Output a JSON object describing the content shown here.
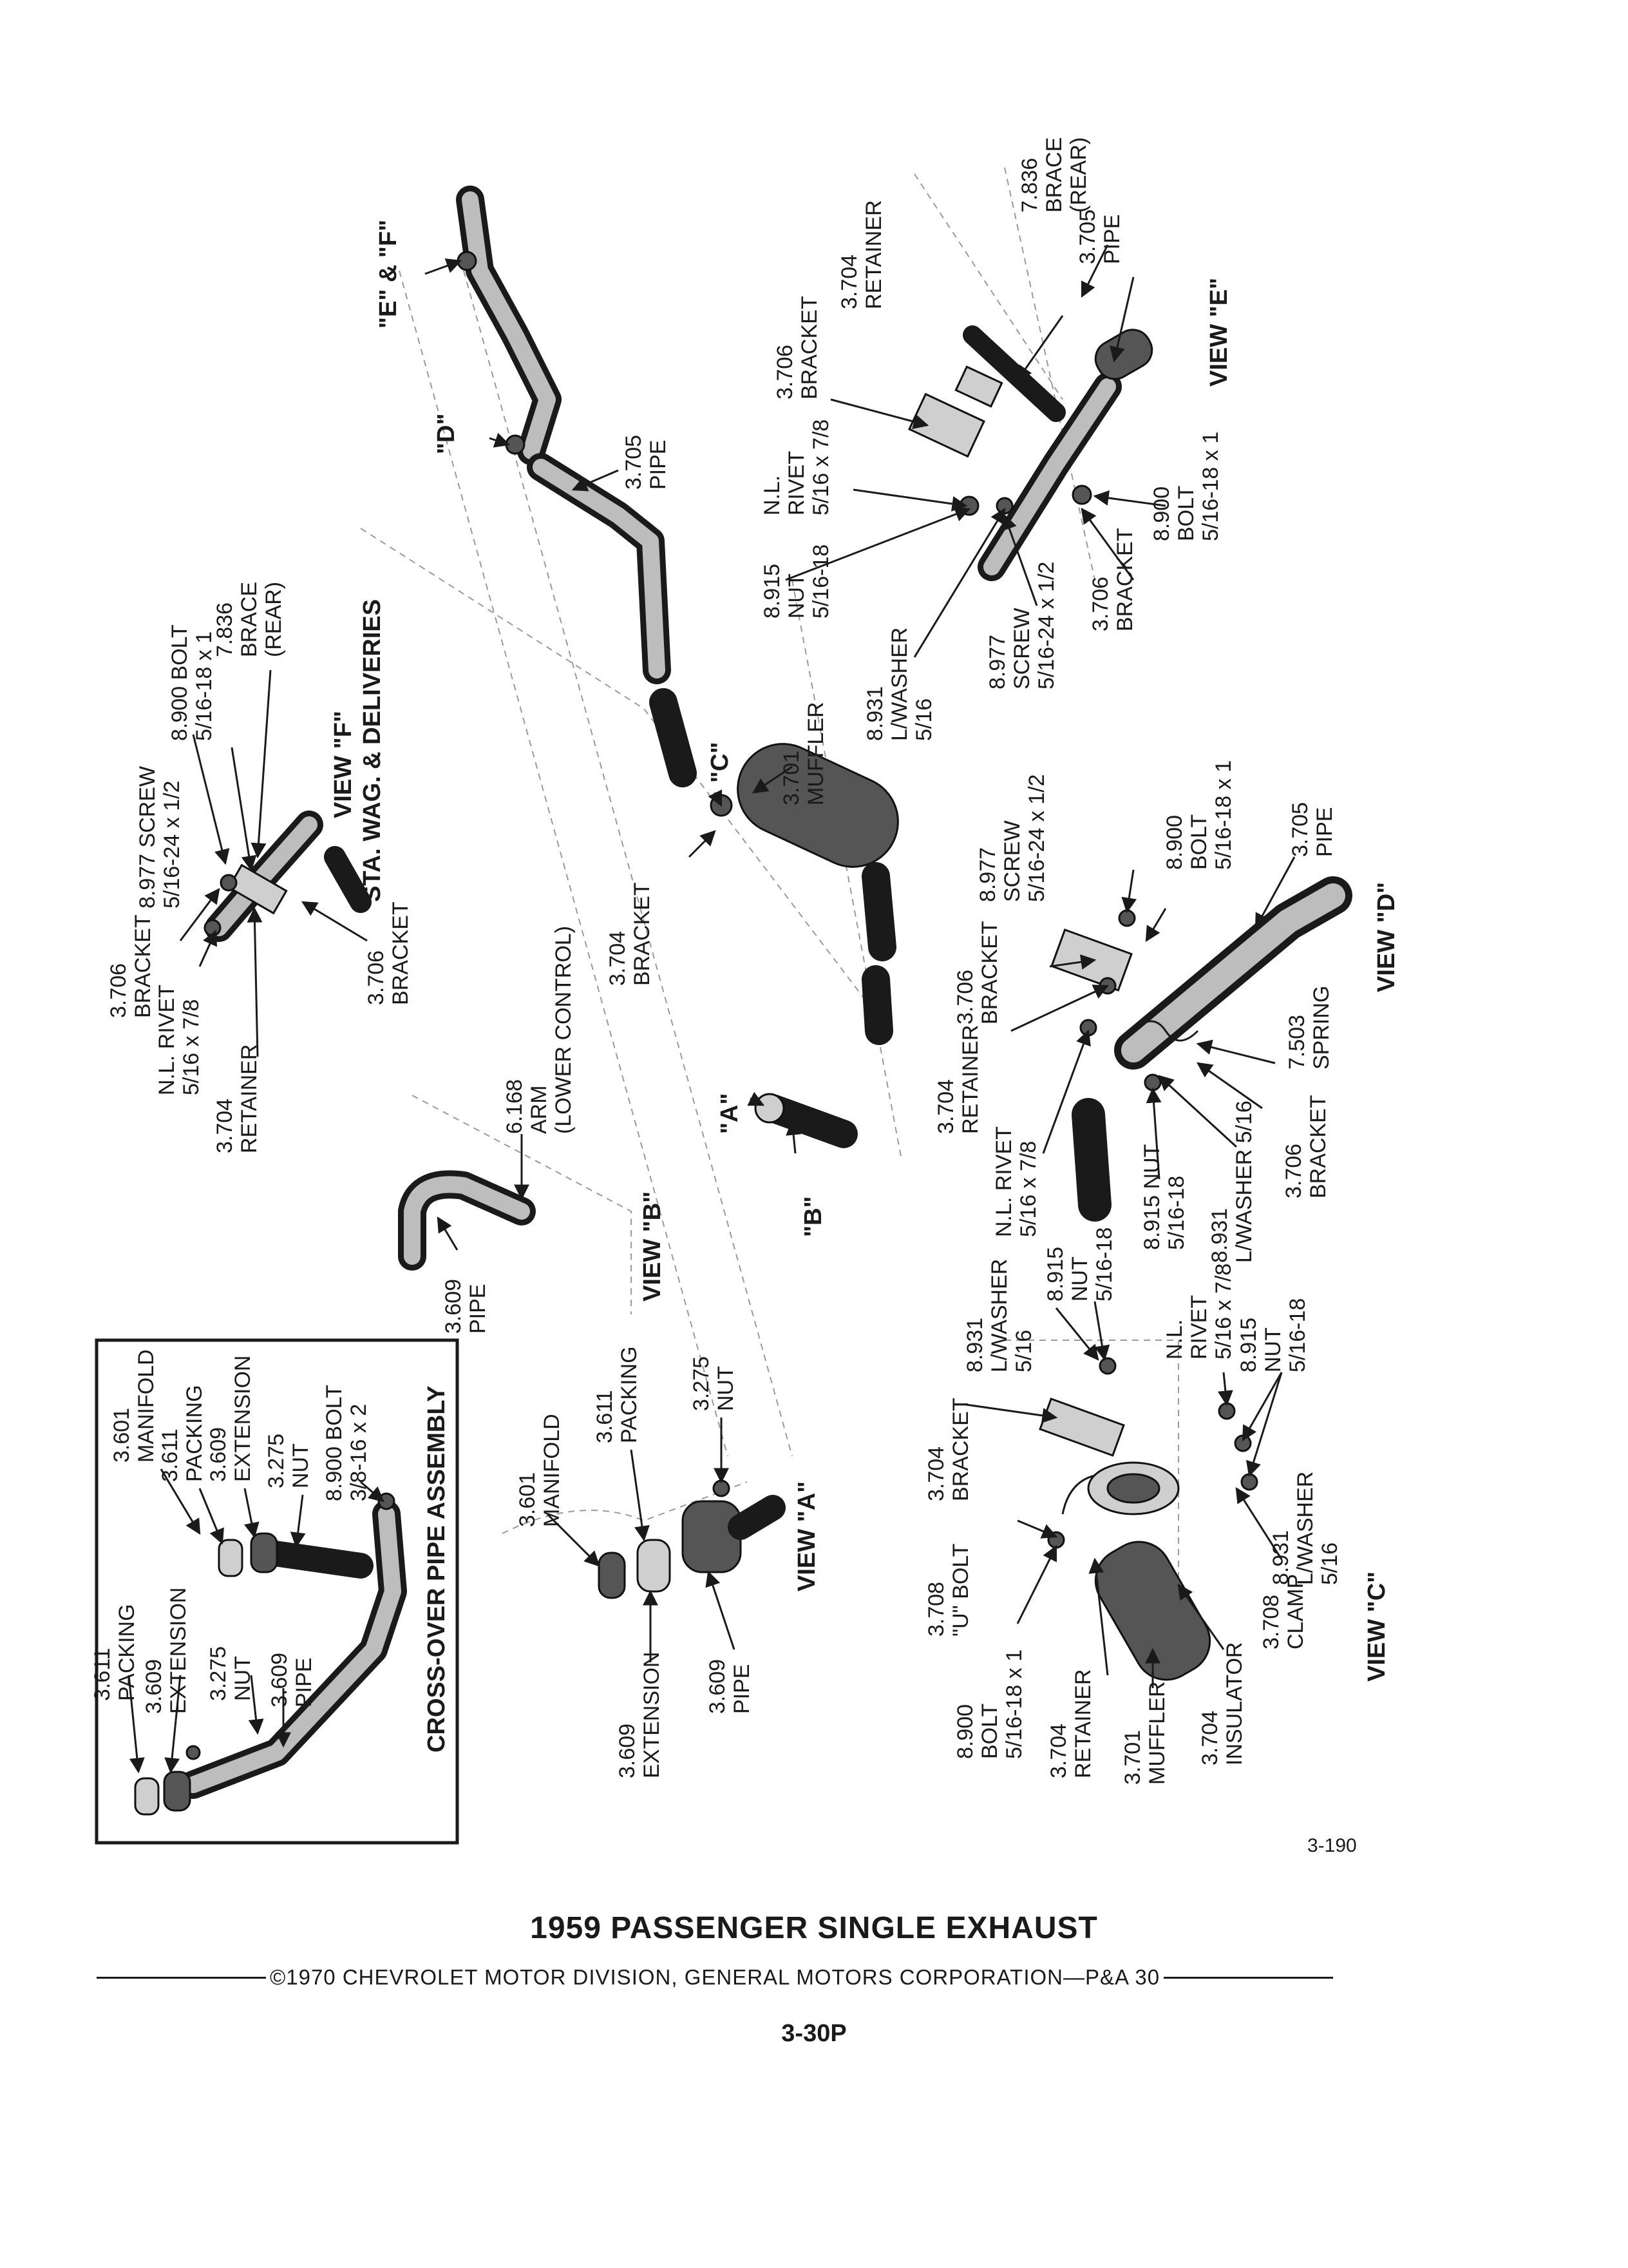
{
  "title": "1959 PASSENGER SINGLE EXHAUST",
  "copyright": "©1970 CHEVROLET MOTOR DIVISION, GENERAL MOTORS CORPORATION—P&A 30",
  "page_number": "3-30P",
  "figure_number": "3-190",
  "views": {
    "e_and_f": "\"E\" & \"F\"",
    "d": "\"D\"",
    "c": "\"C\"",
    "a": "\"A\"",
    "b": "\"B\"",
    "view_e": "VIEW \"E\"",
    "view_f": "VIEW \"F\"",
    "view_f_sub": "STA. WAG. & DELIVERIES",
    "view_d": "VIEW \"D\"",
    "view_b": "VIEW \"B\"",
    "view_a": "VIEW \"A\"",
    "view_c": "VIEW \"C\"",
    "cross_over": "CROSS-OVER PIPE ASSEMBLY"
  },
  "callouts": {
    "main_pipe": [
      "3.705",
      "PIPE"
    ],
    "main_muffler": [
      "3.701",
      "MUFFLER"
    ],
    "main_bracket": [
      "3.704",
      "BRACKET"
    ],
    "main_arm": [
      "6.168",
      "ARM",
      "(LOWER CONTROL)"
    ],
    "b_pipe": [
      "3.609",
      "PIPE"
    ],
    "e_brace": [
      "7.836",
      "BRACE",
      "(REAR)"
    ],
    "e_retainer": [
      "3.704",
      "RETAINER"
    ],
    "e_pipe": [
      "3.705",
      "PIPE"
    ],
    "e_bracket_top": [
      "3.706",
      "BRACKET"
    ],
    "e_rivet": [
      "N.L.",
      "RIVET",
      "5/16 x 7/8"
    ],
    "e_bolt": [
      "8.900",
      "BOLT",
      "5/16-18 x 1"
    ],
    "e_nut": [
      "8.915",
      "NUT",
      "5/16-18"
    ],
    "e_washer": [
      "8.931",
      "L/WASHER",
      "5/16"
    ],
    "e_screw": [
      "8.977",
      "SCREW",
      "5/16-24 x 1/2"
    ],
    "e_bracket_bot": [
      "3.706",
      "BRACKET"
    ],
    "f_screw": [
      "8.977 SCREW",
      "5/16-24 x 1/2"
    ],
    "f_bolt": [
      "8.900 BOLT",
      "5/16-18 x 1"
    ],
    "f_brace": [
      "7.836",
      "BRACE",
      "(REAR)"
    ],
    "f_bracket_l": [
      "3.706",
      "BRACKET"
    ],
    "f_rivet": [
      "N.L. RIVET",
      "5/16 x 7/8"
    ],
    "f_retainer": [
      "3.704",
      "RETAINER"
    ],
    "f_bracket_r": [
      "3.706",
      "BRACKET"
    ],
    "d_screw": [
      "8.977",
      "SCREW",
      "5/16-24 x 1/2"
    ],
    "d_bolt": [
      "8.900",
      "BOLT",
      "5/16-18 x 1"
    ],
    "d_pipe": [
      "3.705",
      "PIPE"
    ],
    "d_bracket": [
      "3.706",
      "BRACKET"
    ],
    "d_retainer": [
      "3.704",
      "RETAINER"
    ],
    "d_spring": [
      "7.503",
      "SPRING"
    ],
    "d_rivet": [
      "N.L. RIVET",
      "5/16 x 7/8"
    ],
    "d_nut": [
      "8.915 NUT",
      "5/16-18"
    ],
    "d_washer": [
      "8.931",
      "L/WASHER 5/16"
    ],
    "d_bracket_bot": [
      "3.706",
      "BRACKET"
    ],
    "c_washer_top": [
      "8.931",
      "L/WASHER",
      "5/16"
    ],
    "c_nut_top": [
      "8.915",
      "NUT",
      "5/16-18"
    ],
    "c_rivet": [
      "N.L.",
      "RIVET",
      "5/16 x 7/8"
    ],
    "c_nut_r": [
      "8.915",
      "NUT",
      "5/16-18"
    ],
    "c_bracket": [
      "3.704",
      "BRACKET"
    ],
    "c_ubolt": [
      "3.708",
      "\"U\" BOLT"
    ],
    "c_washer_r": [
      "8.931",
      "L/WASHER",
      "5/16"
    ],
    "c_clamp": [
      "3.708",
      "CLAMP"
    ],
    "c_bolt": [
      "8.900",
      "BOLT",
      "5/16-18 x 1"
    ],
    "c_retainer": [
      "3.704",
      "RETAINER"
    ],
    "c_muffler": [
      "3.701",
      "MUFFLER"
    ],
    "c_insulator": [
      "3.704",
      "INSULATOR"
    ],
    "a_manifold": [
      "3.601",
      "MANIFOLD"
    ],
    "a_packing": [
      "3.611",
      "PACKING"
    ],
    "a_nut": [
      "3.275",
      "NUT"
    ],
    "a_extension": [
      "3.609",
      "EXTENSION"
    ],
    "a_pipe": [
      "3.609",
      "PIPE"
    ],
    "x_manifold": [
      "3.601",
      "MANIFOLD"
    ],
    "x_packing_top": [
      "3.611",
      "PACKING"
    ],
    "x_extension_top": [
      "3.609",
      "EXTENSION"
    ],
    "x_nut_top": [
      "3.275",
      "NUT"
    ],
    "x_bolt": [
      "8.900 BOLT",
      "3/8-16 x 2"
    ],
    "x_packing_bot": [
      "3.611",
      "PACKING"
    ],
    "x_extension_bot": [
      "3.609",
      "EXTENSION"
    ],
    "x_nut_bot": [
      "3.275",
      "NUT"
    ],
    "x_pipe": [
      "3.609",
      "PIPE"
    ]
  }
}
